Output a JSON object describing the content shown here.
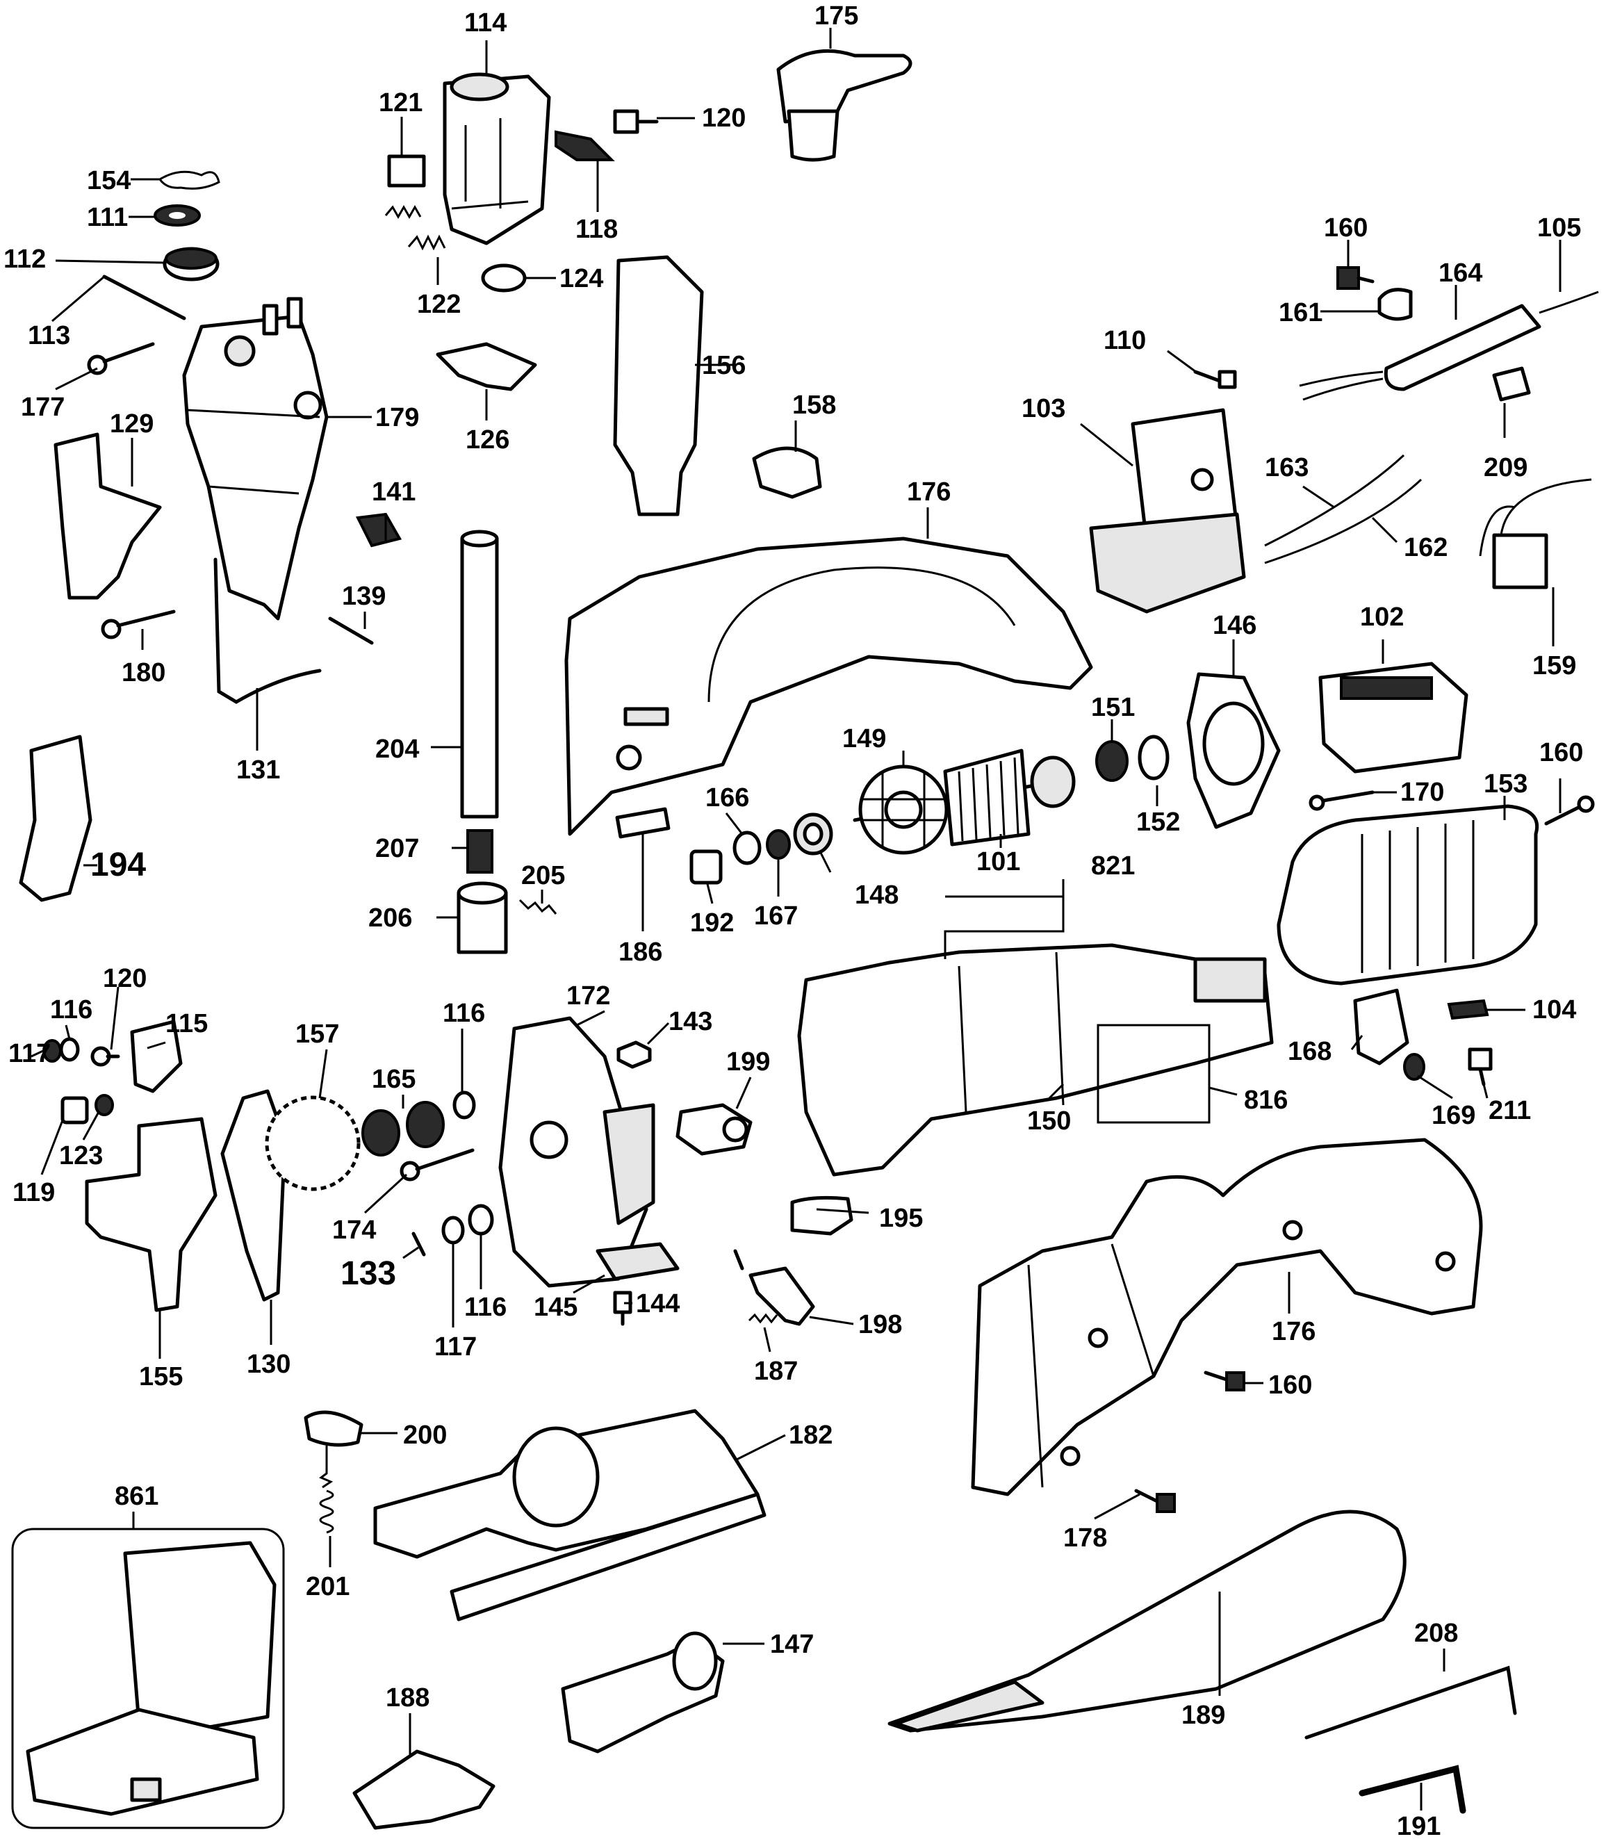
{
  "labels": {
    "l114": "114",
    "l175": "175",
    "l121": "121",
    "l120a": "120",
    "l154": "154",
    "l111": "111",
    "l112": "112",
    "l113": "113",
    "l118": "118",
    "l122": "122",
    "l124": "124",
    "l177": "177",
    "l129": "129",
    "l179": "179",
    "l126": "126",
    "l156": "156",
    "l158": "158",
    "l160a": "160",
    "l164": "164",
    "l105": "105",
    "l161": "161",
    "l110": "110",
    "l103": "103",
    "l209": "209",
    "l163": "163",
    "l162": "162",
    "l141": "141",
    "l176a": "176",
    "l139": "139",
    "l180": "180",
    "l131": "131",
    "l204": "204",
    "l146": "146",
    "l102": "102",
    "l159": "159",
    "l151": "151",
    "l149": "149",
    "l166": "166",
    "l152": "152",
    "l170": "170",
    "l160b": "160",
    "l153": "153",
    "l194": "194",
    "l207": "207",
    "l205": "205",
    "l101": "101",
    "l821": "821",
    "l206": "206",
    "l186": "186",
    "l192": "192",
    "l167": "167",
    "l148": "148",
    "l120b": "120",
    "l116a": "116",
    "l115": "115",
    "l172": "172",
    "l116b": "116",
    "l143": "143",
    "l157": "157",
    "l117a": "117",
    "l199": "199",
    "l104": "104",
    "l168": "168",
    "l211": "211",
    "l169": "169",
    "l165": "165",
    "l150": "150",
    "l816": "816",
    "l123": "123",
    "l119": "119",
    "l174": "174",
    "l195": "195",
    "l133": "133",
    "l117b": "117",
    "l116c": "116",
    "l145": "145",
    "l144": "144",
    "l198": "198",
    "l176b": "176",
    "l155": "155",
    "l130": "130",
    "l187": "187",
    "l160c": "160",
    "l200": "200",
    "l182": "182",
    "l861": "861",
    "l178": "178",
    "l201": "201",
    "l147": "147",
    "l189": "189",
    "l208": "208",
    "l188": "188",
    "l191": "191"
  }
}
